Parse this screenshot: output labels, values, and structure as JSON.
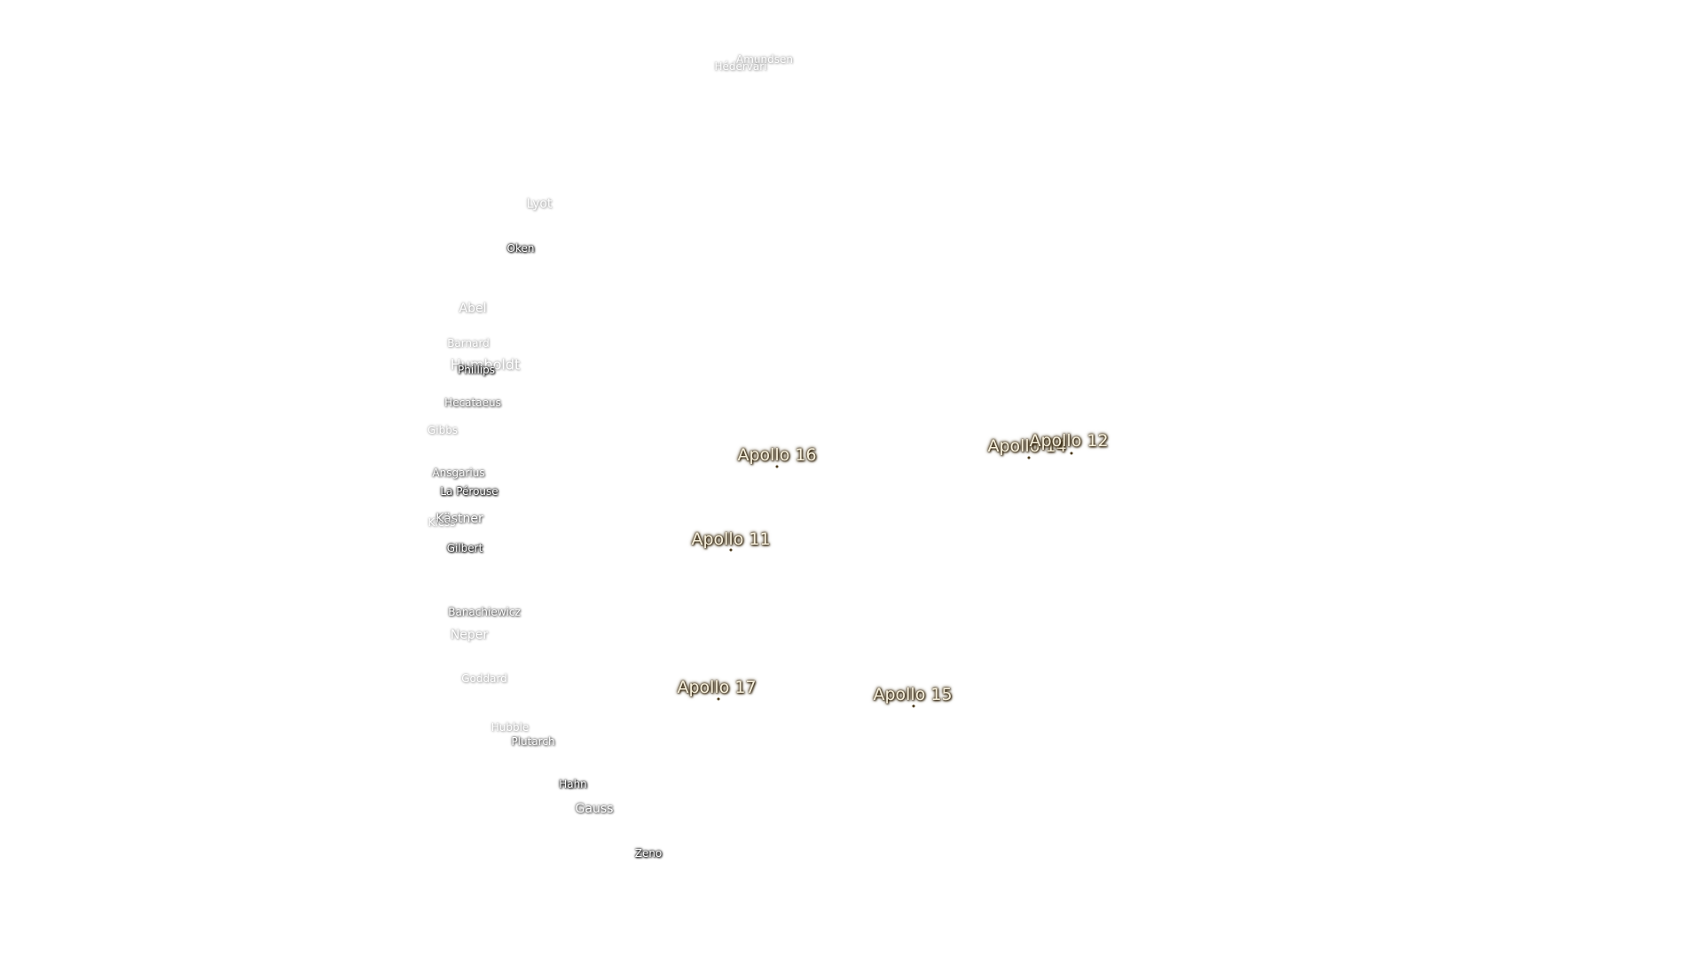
{
  "map": {
    "craters": [
      {
        "name": "Amundsen",
        "size": "small",
        "tone": "faint"
      },
      {
        "name": "Hédervári",
        "size": "small",
        "tone": "faint"
      },
      {
        "name": "Lyot",
        "size": "medium",
        "tone": "faint"
      },
      {
        "name": "Oken",
        "size": "small",
        "tone": "strong"
      },
      {
        "name": "Abel",
        "size": "medium",
        "tone": "faint"
      },
      {
        "name": "Barnard",
        "size": "small",
        "tone": "faint"
      },
      {
        "name": "Humboldt",
        "size": "large",
        "tone": "faint"
      },
      {
        "name": "Phillips",
        "size": "small",
        "tone": "strong"
      },
      {
        "name": "Hecataeus",
        "size": "small",
        "tone": "mid"
      },
      {
        "name": "Gibbs",
        "size": "small",
        "tone": "faint"
      },
      {
        "name": "Ansgarius",
        "size": "small",
        "tone": "mid"
      },
      {
        "name": "La Pérouse",
        "size": "small",
        "tone": "strong"
      },
      {
        "name": "Kästner",
        "size": "medium",
        "tone": "mid"
      },
      {
        "name": "Kiess",
        "size": "small",
        "tone": "faint"
      },
      {
        "name": "Gilbert",
        "size": "small",
        "tone": "strong"
      },
      {
        "name": "Banachiewicz",
        "size": "small",
        "tone": "mid"
      },
      {
        "name": "Neper",
        "size": "medium",
        "tone": "faint"
      },
      {
        "name": "Goddard",
        "size": "small",
        "tone": "faint"
      },
      {
        "name": "Hubble",
        "size": "small",
        "tone": "faint"
      },
      {
        "name": "Plutarch",
        "size": "small",
        "tone": "mid"
      },
      {
        "name": "Hahn",
        "size": "small",
        "tone": "strong"
      },
      {
        "name": "Gauss",
        "size": "medium",
        "tone": "mid"
      },
      {
        "name": "Zeno",
        "size": "small",
        "tone": "strong"
      }
    ],
    "landing_sites": [
      {
        "name": "Apollo 16"
      },
      {
        "name": "Apollo 14"
      },
      {
        "name": "Apollo 12"
      },
      {
        "name": "Apollo 11"
      },
      {
        "name": "Apollo 17"
      },
      {
        "name": "Apollo 15"
      }
    ]
  }
}
